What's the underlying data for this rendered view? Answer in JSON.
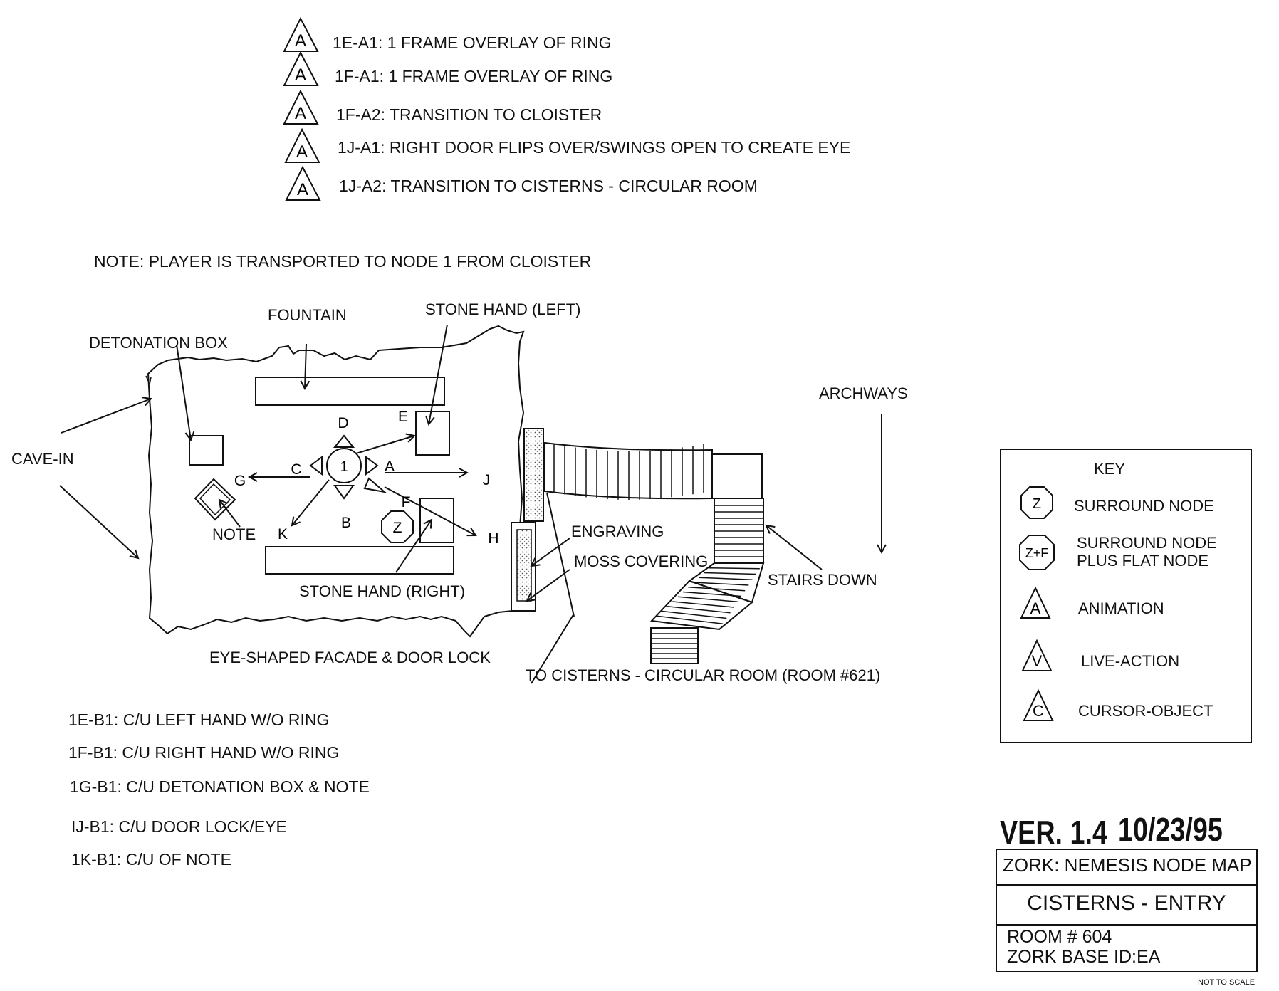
{
  "animations": [
    {
      "symbol": "A",
      "text": "1E-A1: 1 FRAME OVERLAY OF RING"
    },
    {
      "symbol": "A",
      "text": "1F-A1: 1 FRAME OVERLAY OF RING"
    },
    {
      "symbol": "A",
      "text": "1F-A2:  TRANSITION TO CLOISTER"
    },
    {
      "symbol": "A",
      "text": "1J-A1: RIGHT DOOR FLIPS OVER/SWINGS OPEN TO CREATE EYE"
    },
    {
      "symbol": "A",
      "text": "1J-A2: TRANSITION TO CISTERNS - CIRCULAR ROOM"
    }
  ],
  "note": "NOTE: PLAYER IS TRANSPORTED TO NODE 1 FROM CLOISTER",
  "map_labels": {
    "fountain": "FOUNTAIN",
    "stone_hand_left": "STONE HAND (LEFT)",
    "detonation_box": "DETONATION BOX",
    "cave_in": "CAVE-IN",
    "note": "NOTE",
    "stone_hand_right": "STONE HAND (RIGHT)",
    "eye_facade": "EYE-SHAPED FACADE & DOOR LOCK",
    "to_cisterns": "TO CISTERNS - CIRCULAR ROOM (ROOM #621)",
    "engraving": "ENGRAVING",
    "moss_covering": "MOSS COVERING",
    "stairs_down": "STAIRS DOWN",
    "archways": "ARCHWAYS"
  },
  "node": {
    "id": "1",
    "directions": {
      "a": "A",
      "b": "B",
      "c": "C",
      "d": "D",
      "e": "E",
      "f": "F",
      "g": "G",
      "h": "H",
      "j": "J",
      "k": "K"
    },
    "surround_symbol": "Z"
  },
  "closeups": [
    "1E-B1: C/U LEFT HAND W/O RING",
    "1F-B1: C/U RIGHT HAND W/O RING",
    "1G-B1: C/U DETONATION BOX & NOTE",
    "IJ-B1: C/U DOOR LOCK/EYE",
    "1K-B1:  C/U OF NOTE"
  ],
  "key": {
    "title": "KEY",
    "items": [
      {
        "symbol": "Z",
        "shape": "octagon",
        "label": "SURROUND NODE"
      },
      {
        "symbol": "Z+F",
        "shape": "octagon",
        "label": "SURROUND NODE\nPLUS FLAT NODE"
      },
      {
        "symbol": "A",
        "shape": "triangle",
        "label": "ANIMATION"
      },
      {
        "symbol": "V",
        "shape": "triangle",
        "label": "LIVE-ACTION"
      },
      {
        "symbol": "C",
        "shape": "triangle",
        "label": "CURSOR-OBJECT"
      }
    ]
  },
  "title_block": {
    "version": "VER. 1.4",
    "date": "10/23/95",
    "project": "ZORK: NEMESIS NODE MAP",
    "location": "CISTERNS - ENTRY",
    "room": "ROOM # 604",
    "base_id": "ZORK BASE ID:EA",
    "scale_note": "NOT TO SCALE"
  }
}
